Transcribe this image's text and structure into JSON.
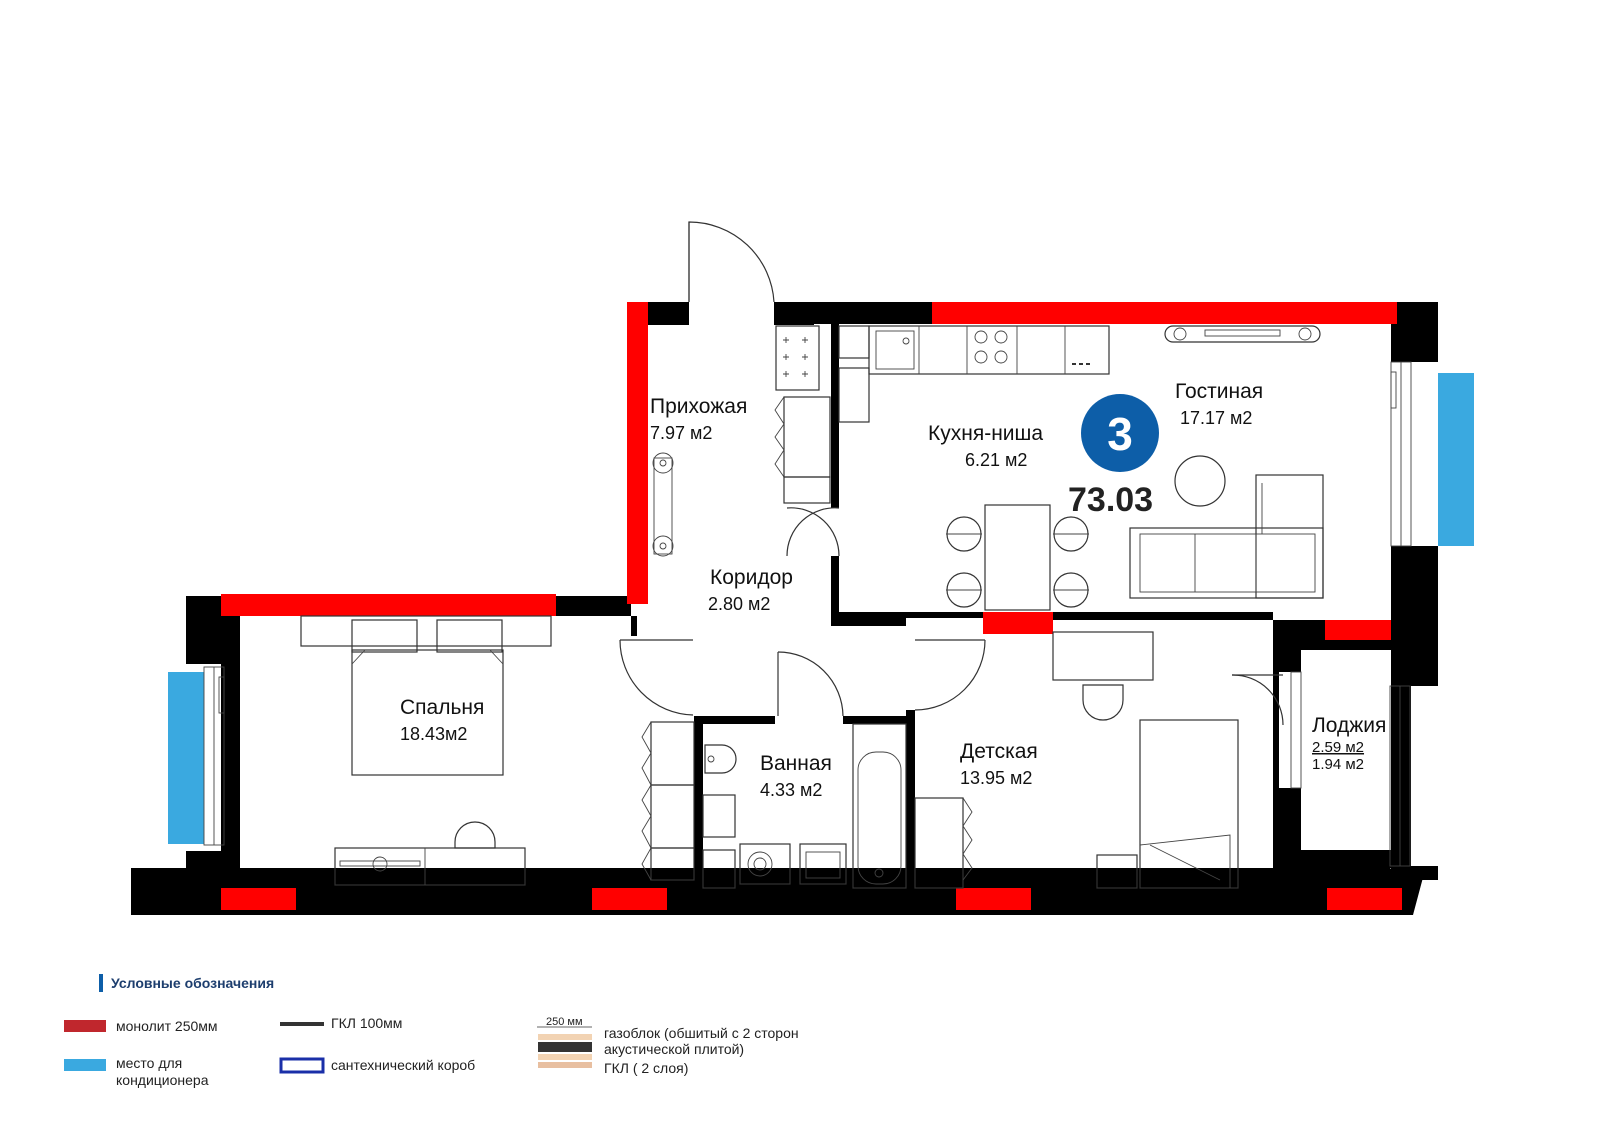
{
  "plan": {
    "apartment_number": "3",
    "total_area": "73.03",
    "rooms": {
      "hallway": {
        "name": "Прихожая",
        "area": "7.97 м2"
      },
      "kitchen": {
        "name": "Кухня-ниша",
        "area": "6.21 м2"
      },
      "living": {
        "name": "Гостиная",
        "area": "17.17 м2"
      },
      "corridor": {
        "name": "Коридор",
        "area": "2.80 м2"
      },
      "bedroom": {
        "name": "Спальня",
        "area": "18.43м2"
      },
      "bathroom": {
        "name": "Ванная",
        "area": "4.33 м2"
      },
      "kids": {
        "name": "Детская",
        "area": "13.95 м2"
      },
      "loggia": {
        "name": "Лоджия",
        "area_1": "2.59 м2",
        "area_2": "1.94 м2"
      }
    },
    "colors": {
      "monolith": "#ff0000",
      "wall": "#000000",
      "ac_place": "#3aa9e0",
      "badge": "#0d5ea8",
      "sanitary_box": "#1a2fa8"
    }
  },
  "legend": {
    "title": "Условные обозначения",
    "monolith": "монолит 250мм",
    "gkl": "ГКЛ 100мм",
    "ac_line1": "место для",
    "ac_line2": "кондиционера",
    "sanitary": "сантехнический короб",
    "gas_dim": "250 мм",
    "gas_line1": "газоблок (обшитый с 2 сторон",
    "gas_line2": "акустической плитой)",
    "gkl2": "ГКЛ ( 2 слоя)",
    "colors": {
      "monolith": "#c0272d",
      "gkl": "#333333",
      "ac": "#3aa9e0",
      "sanitary": "#1a2fa8",
      "title_bar": "#0d5ea8"
    }
  }
}
